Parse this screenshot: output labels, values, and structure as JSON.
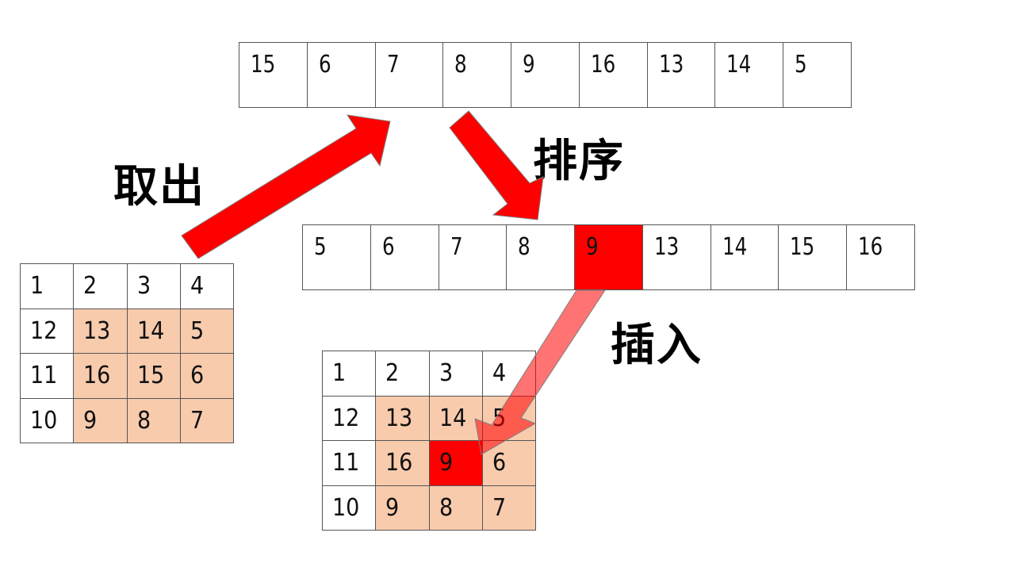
{
  "colors": {
    "highlight_red": "#ff0000",
    "peach": "#f8cbad",
    "insert_arrow": "#ff6b6b",
    "border": "#555555"
  },
  "labels": {
    "take_out": "取出",
    "sort": "排序",
    "insert": "插入"
  },
  "extracted_row": {
    "values": [
      "15",
      "6",
      "7",
      "8",
      "9",
      "16",
      "13",
      "14",
      "5"
    ]
  },
  "sorted_row": {
    "values": [
      "5",
      "6",
      "7",
      "8",
      "9",
      "13",
      "14",
      "15",
      "16"
    ],
    "highlight_index": 4
  },
  "source_grid": {
    "rows": [
      [
        "1",
        "2",
        "3",
        "4"
      ],
      [
        "12",
        "13",
        "14",
        "5"
      ],
      [
        "11",
        "16",
        "15",
        "6"
      ],
      [
        "10",
        "9",
        "8",
        "7"
      ]
    ],
    "peach_cells": [
      [
        1,
        1
      ],
      [
        1,
        2
      ],
      [
        1,
        3
      ],
      [
        2,
        1
      ],
      [
        2,
        2
      ],
      [
        2,
        3
      ],
      [
        3,
        1
      ],
      [
        3,
        2
      ],
      [
        3,
        3
      ]
    ]
  },
  "result_grid": {
    "rows": [
      [
        "1",
        "2",
        "3",
        "4"
      ],
      [
        "12",
        "13",
        "14",
        "5"
      ],
      [
        "11",
        "16",
        "9",
        "6"
      ],
      [
        "10",
        "9",
        "8",
        "7"
      ]
    ],
    "peach_cells": [
      [
        1,
        1
      ],
      [
        1,
        2
      ],
      [
        1,
        3
      ],
      [
        2,
        1
      ],
      [
        2,
        3
      ],
      [
        3,
        1
      ],
      [
        3,
        2
      ],
      [
        3,
        3
      ]
    ],
    "red_cell": [
      2,
      2
    ]
  },
  "arrows": [
    {
      "name": "take-out-arrow",
      "from": "source_grid",
      "to": "extracted_row"
    },
    {
      "name": "sort-arrow",
      "from": "extracted_row",
      "to": "sorted_row"
    },
    {
      "name": "insert-arrow",
      "from": "sorted_row",
      "to": "result_grid"
    }
  ]
}
